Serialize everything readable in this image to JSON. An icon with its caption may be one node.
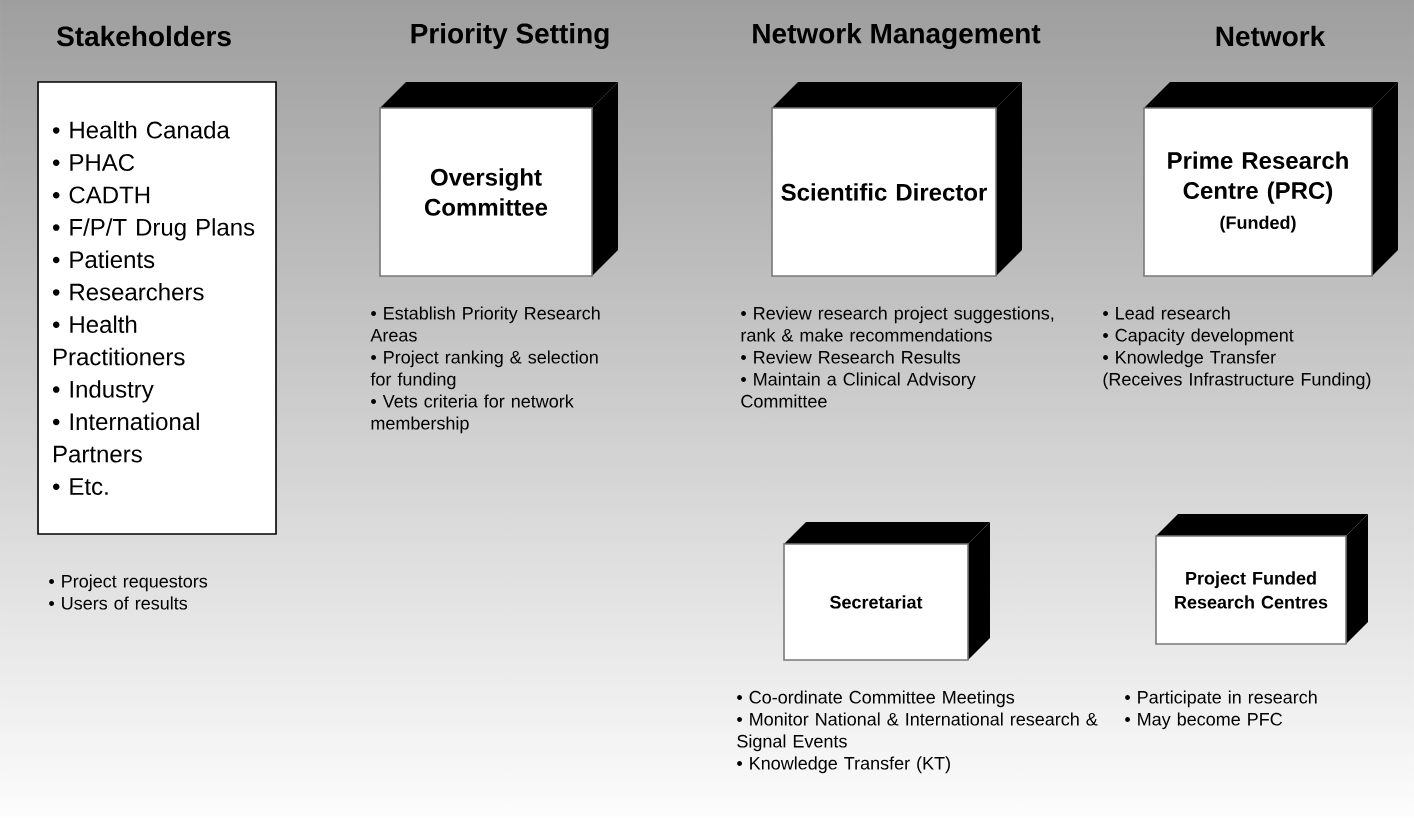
{
  "diagram": {
    "nodes": [
      {
        "text": [
          "• Health Canada",
          "• PHAC",
          "• CADTH",
          "• F/P/T Drug Plans",
          "• Patients",
          "• Researchers",
          "• Health Practitioners",
          "• Industry",
          "• International Partners",
          "• Etc."
        ],
        "beside": [
          "• Project requestors",
          "• Users of results"
        ]
      },
      {
        "text": [
          "Oversight Committee"
        ],
        "beside": [
          "• Establish Priority Research Areas",
          "• Project ranking & selection for funding",
          "• Vets criteria for network membership"
        ]
      },
      {
        "text": [
          "Scientific Director"
        ],
        "beside": [
          "• Review research project suggestions, rank & make recommendations",
          "• Review Research Results",
          "• Maintain a Clinical Advisory Committee"
        ]
      },
      {
        "text": [
          "Prime Research Centre (PRC)",
          "(Funded)"
        ],
        "beside": [
          "• Lead research",
          "• Capacity development",
          "• Knowledge Transfer",
          "(Receives Infrastructure Funding)"
        ]
      },
      {
        "text": [
          "Secretariat"
        ],
        "beside": [
          "• Co-ordinate Committee Meetings",
          "• Monitor National & International research & Signal Events",
          "• Knowledge Transfer (KT)"
        ]
      },
      {
        "text": [
          "Project Funded Research Centres"
        ],
        "beside": [
          "• Participate in research",
          "• May become PFC"
        ]
      }
    ],
    "labels": [
      "Stakeholders",
      "Priority Setting",
      "Network Management",
      "Network"
    ]
  }
}
